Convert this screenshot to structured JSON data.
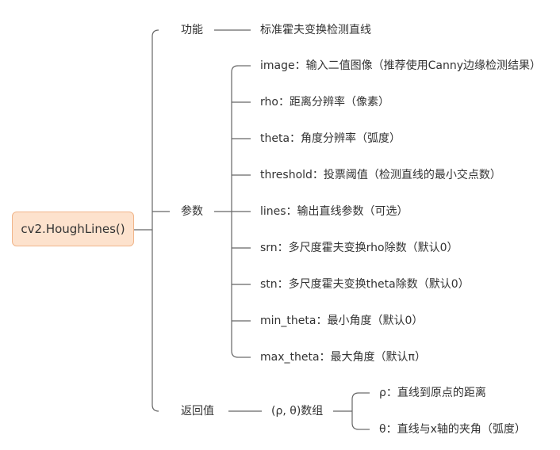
{
  "root": "cv2.HoughLines()",
  "branches": {
    "function": {
      "label": "功能",
      "value": "标准霍夫变换检测直线"
    },
    "params": {
      "label": "参数",
      "items": [
        "image：输入二值图像（推荐使用Canny边缘检测结果）",
        "rho：距离分辨率（像素）",
        "theta：角度分辨率（弧度）",
        "threshold：投票阈值（检测直线的最小交点数）",
        "lines：输出直线参数（可选）",
        "srn：多尺度霍夫变换rho除数（默认0）",
        "stn：多尺度霍夫变换theta除数（默认0）",
        "min_theta：最小角度（默认0）",
        "max_theta：最大角度（默认π）"
      ]
    },
    "returns": {
      "label": "返回值",
      "value": "(ρ, θ)数组",
      "items": [
        "ρ：直线到原点的距离",
        "θ：直线与x轴的夹角（弧度）"
      ]
    }
  },
  "colors": {
    "connector": "#666666",
    "root_fill": "#fde2cd",
    "root_border": "#f0b58a",
    "text": "#333333"
  }
}
